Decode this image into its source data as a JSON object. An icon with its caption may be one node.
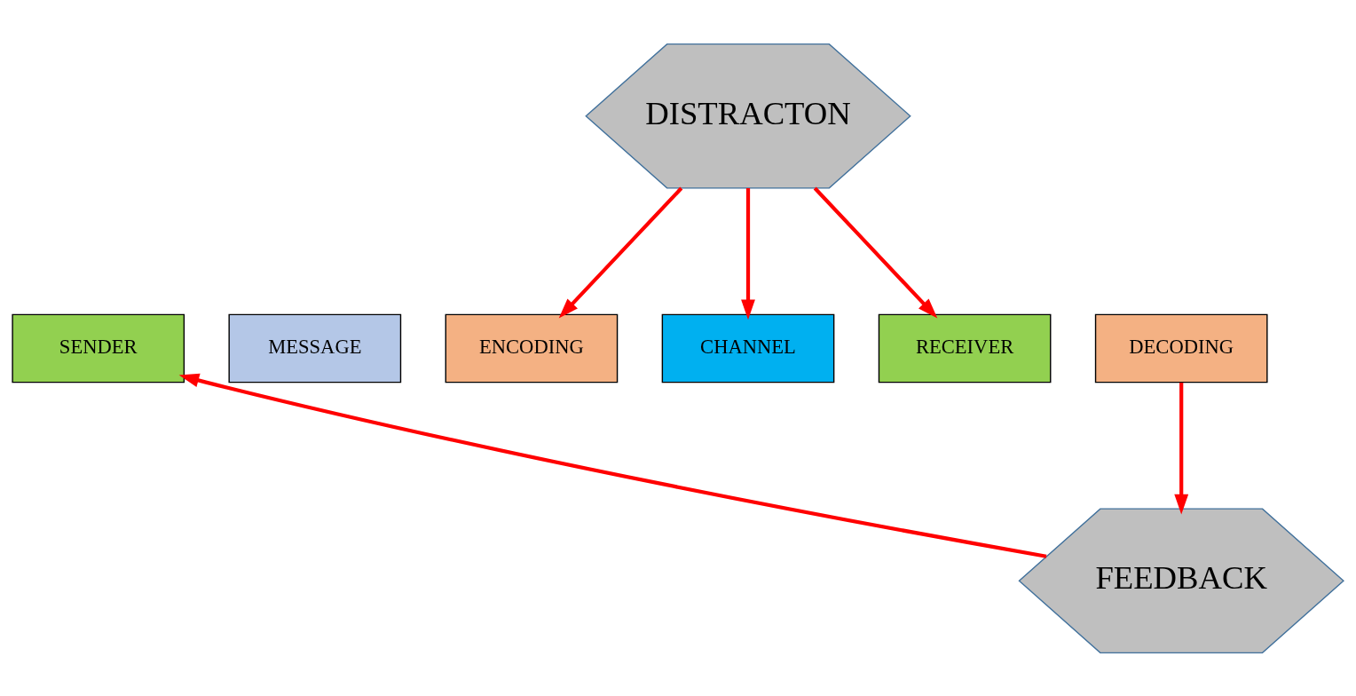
{
  "diagram": {
    "nodes": [
      {
        "text": [
          "DISTRACTON"
        ]
      },
      {
        "text": [
          "SENDER"
        ]
      },
      {
        "text": [
          "MESSAGE"
        ]
      },
      {
        "text": [
          "ENCODING"
        ]
      },
      {
        "text": [
          "CHANNEL"
        ]
      },
      {
        "text": [
          "RECEIVER"
        ]
      },
      {
        "text": [
          "DECODING"
        ]
      },
      {
        "text": [
          "FEEDBACK"
        ]
      }
    ],
    "edges": [
      {
        "from": 0,
        "to": 3,
        "arrow": "to"
      },
      {
        "from": 0,
        "to": 4,
        "arrow": "to"
      },
      {
        "from": 0,
        "to": 5,
        "arrow": "to"
      },
      {
        "from": 6,
        "to": 7,
        "arrow": "to"
      },
      {
        "from": 7,
        "to": 1,
        "arrow": "to"
      }
    ]
  }
}
